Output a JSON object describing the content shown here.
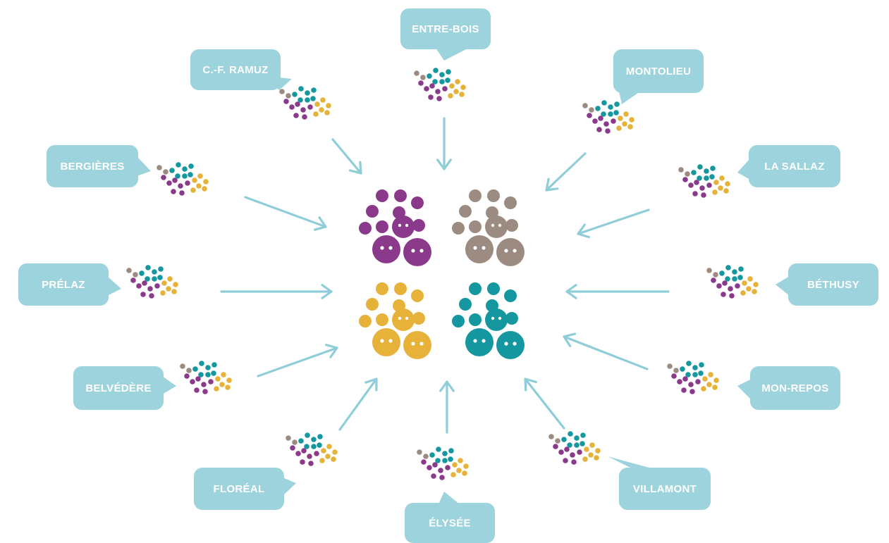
{
  "colors": {
    "bubble": "#9dd3dc",
    "arrow": "#8fcdd8",
    "purple": "#8b3a8b",
    "taupe": "#9b8b80",
    "teal": "#14979f",
    "gold": "#e7b23a",
    "label_text": "#ffffff"
  },
  "center_groups": [
    "purple",
    "taupe",
    "gold",
    "teal"
  ],
  "schools": [
    {
      "id": "entre-bois",
      "label": "ENTRE-BOIS"
    },
    {
      "id": "montolieu",
      "label": "MONTOLIEU"
    },
    {
      "id": "la-sallaz",
      "label": "LA SALLAZ"
    },
    {
      "id": "bethusy",
      "label": "BÉTHUSY"
    },
    {
      "id": "mon-repos",
      "label": "MON-REPOS"
    },
    {
      "id": "villamont",
      "label": "VILLAMONT"
    },
    {
      "id": "elysee",
      "label": "ÉLYSÉE"
    },
    {
      "id": "floreal",
      "label": "FLORÉAL"
    },
    {
      "id": "belvedere",
      "label": "BELVÉDÈRE"
    },
    {
      "id": "prelaz",
      "label": "PRÉLAZ"
    },
    {
      "id": "bergieres",
      "label": "BERGIÈRES"
    },
    {
      "id": "cf-ramuz",
      "label": "C.-F. RAMUZ"
    }
  ]
}
